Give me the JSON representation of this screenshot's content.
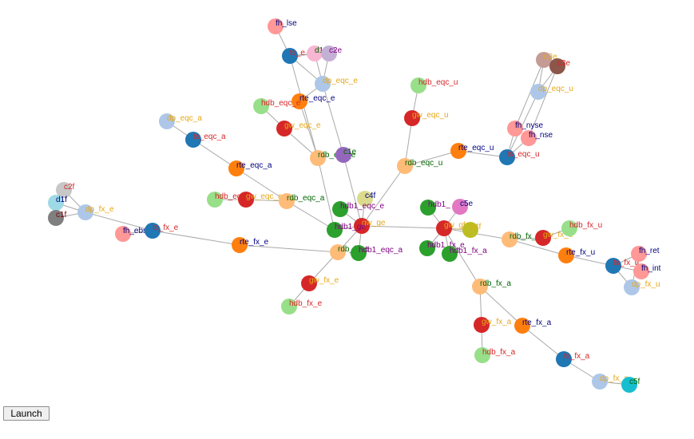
{
  "diagram": {
    "nodes": [
      {
        "id": "fh_lse",
        "label": "fh_lse",
        "color": "#ff9896",
        "text": "#000080"
      },
      {
        "id": "ts_e_top",
        "label": "ts_e",
        "color": "#1f77b4",
        "text": "#d62728"
      },
      {
        "id": "d1e",
        "label": "d1e",
        "color": "#f7b6d2",
        "text": "#006400"
      },
      {
        "id": "c2e",
        "label": "c2e",
        "color": "#c5b0d5",
        "text": "#800080"
      },
      {
        "id": "dp_eqc_e",
        "label": "dp_eqc_e",
        "color": "#aec7e8",
        "text": "#e6a817"
      },
      {
        "id": "rte_eqc_e",
        "label": "rte_eqc_e",
        "color": "#ff7f0e",
        "text": "#000080"
      },
      {
        "id": "hdb_eqc_e",
        "label": "hdb_eqc_e",
        "color": "#98df8a",
        "text": "#d62728"
      },
      {
        "id": "gw_eqc_e",
        "label": "gw_eqc_e",
        "color": "#d62728",
        "text": "#e6a817"
      },
      {
        "id": "rdb_eqc_e",
        "label": "rdb_eqc_e",
        "color": "#ffbb78",
        "text": "#006400"
      },
      {
        "id": "c1e",
        "label": "c1e",
        "color": "#9467bd",
        "text": "#006400"
      },
      {
        "id": "c4f",
        "label": "c4f",
        "color": "#dbdb8d",
        "text": "#000080"
      },
      {
        "id": "dp_eqc_a",
        "label": "dp_eqc_a",
        "color": "#aec7e8",
        "text": "#e6a817"
      },
      {
        "id": "ts_eqc_a",
        "label": "ts_eqc_a",
        "color": "#1f77b4",
        "text": "#d62728"
      },
      {
        "id": "rte_eqc_a",
        "label": "rte_eqc_a",
        "color": "#ff7f0e",
        "text": "#000080"
      },
      {
        "id": "hdb_eqc_a",
        "label": "hdb_eqc_a",
        "color": "#98df8a",
        "text": "#d62728"
      },
      {
        "id": "gw_eqc_a",
        "label": "gw_eqc_a",
        "color": "#d62728",
        "text": "#e6a817"
      },
      {
        "id": "rdb_eqc_a",
        "label": "rdb_eqc_a",
        "color": "#ffbb78",
        "text": "#006400"
      },
      {
        "id": "hdb1_eqc_e",
        "label": "hdb1_eqc_e",
        "color": "#2ca02c",
        "text": "#800080"
      },
      {
        "id": "gw_ge",
        "label": "gw_ge",
        "color": "#d62728",
        "text": "#e6a817"
      },
      {
        "id": "hdb1_ge",
        "label": "hdb1_ge",
        "color": "#2ca02c",
        "text": "#800080"
      },
      {
        "id": "c2f",
        "label": "c2f",
        "color": "#c7c7c7",
        "text": "#d62728"
      },
      {
        "id": "d1f",
        "label": "d1f",
        "color": "#9edae5",
        "text": "#000080"
      },
      {
        "id": "c1f",
        "label": "c1f",
        "color": "#7f7f7f",
        "text": "#800000"
      },
      {
        "id": "dp_fx_e",
        "label": "dp_fx_e",
        "color": "#aec7e8",
        "text": "#e6a817"
      },
      {
        "id": "fh_ebs",
        "label": "fh_ebs",
        "color": "#ff9896",
        "text": "#000080"
      },
      {
        "id": "ts_fx_e",
        "label": "ts_fx_e",
        "color": "#1f77b4",
        "text": "#d62728"
      },
      {
        "id": "rte_fx_e",
        "label": "rte_fx_e",
        "color": "#ff7f0e",
        "text": "#000080"
      },
      {
        "id": "rdb_fx_e",
        "label": "rdb_fx_e",
        "color": "#ffbb78",
        "text": "#006400"
      },
      {
        "id": "hdb1_eqc_a",
        "label": "hdb1_eqc_a",
        "color": "#2ca02c",
        "text": "#800080"
      },
      {
        "id": "gw_fx_e",
        "label": "gw_fx_e",
        "color": "#d62728",
        "text": "#e6a817"
      },
      {
        "id": "hdb_fx_e",
        "label": "hdb_fx_e",
        "color": "#98df8a",
        "text": "#d62728"
      },
      {
        "id": "hdb_eqc_u",
        "label": "hdb_eqc_u",
        "color": "#98df8a",
        "text": "#d62728"
      },
      {
        "id": "gw_eqc_u",
        "label": "gw_eqc_u",
        "color": "#d62728",
        "text": "#e6a817"
      },
      {
        "id": "rdb_eqc_u",
        "label": "rdb_eqc_u",
        "color": "#ffbb78",
        "text": "#006400"
      },
      {
        "id": "rte_eqc_u",
        "label": "rte_eqc_u",
        "color": "#ff7f0e",
        "text": "#000080"
      },
      {
        "id": "ts_eqc_u",
        "label": "ts_eqc_u",
        "color": "#1f77b4",
        "text": "#d62728"
      },
      {
        "id": "fh_nyse",
        "label": "fh_nyse",
        "color": "#ff9896",
        "text": "#000080"
      },
      {
        "id": "fh_nse",
        "label": "fh_nse",
        "color": "#ff9896",
        "text": "#000080"
      },
      {
        "id": "dp_eqc_u",
        "label": "dp_eqc_u",
        "color": "#aec7e8",
        "text": "#e6a817"
      },
      {
        "id": "d3e",
        "label": "d3e",
        "color": "#c49c94",
        "text": "#e6a817"
      },
      {
        "id": "c3e",
        "label": "c3e",
        "color": "#8c564b",
        "text": "#d62728"
      },
      {
        "id": "hdb1_fx",
        "label": "hdb1_",
        "color": "#2ca02c",
        "text": "#800080"
      },
      {
        "id": "c5e",
        "label": "c5e",
        "color": "#e377c2",
        "text": "#000080"
      },
      {
        "id": "gw_gf",
        "label": "gw_gf",
        "color": "#d62728",
        "text": "#e6a817"
      },
      {
        "id": "c4f2",
        "label": "c4f",
        "color": "#bcbd22",
        "text": "#e6a817"
      },
      {
        "id": "hdb1_fx_e",
        "label": "hdb1_fx_e",
        "color": "#2ca02c",
        "text": "#800080"
      },
      {
        "id": "hdb1_fx_a",
        "label": "hdb1_fx_a",
        "color": "#2ca02c",
        "text": "#800080"
      },
      {
        "id": "rdb_fx_u",
        "label": "rdb_fx_u",
        "color": "#ffbb78",
        "text": "#006400"
      },
      {
        "id": "gw_fx_u",
        "label": "gw_fx_u",
        "color": "#d62728",
        "text": "#e6a817"
      },
      {
        "id": "hdb_fx_u",
        "label": "hdb_fx_u",
        "color": "#98df8a",
        "text": "#d62728"
      },
      {
        "id": "rte_fx_u",
        "label": "rte_fx_u",
        "color": "#ff7f0e",
        "text": "#000080"
      },
      {
        "id": "ts_fx_u",
        "label": "ts_fx_u",
        "color": "#1f77b4",
        "text": "#d62728"
      },
      {
        "id": "fh_ret",
        "label": "fh_ret",
        "color": "#ff9896",
        "text": "#000080"
      },
      {
        "id": "fh_int",
        "label": "fh_int",
        "color": "#ff9896",
        "text": "#000080"
      },
      {
        "id": "dp_fx_u",
        "label": "dp_fx_u",
        "color": "#aec7e8",
        "text": "#e6a817"
      },
      {
        "id": "rdb_fx_a",
        "label": "rdb_fx_a",
        "color": "#ffbb78",
        "text": "#006400"
      },
      {
        "id": "gw_fx_a",
        "label": "gw_fx_a",
        "color": "#d62728",
        "text": "#e6a817"
      },
      {
        "id": "rte_fx_a",
        "label": "rte_fx_a",
        "color": "#ff7f0e",
        "text": "#000080"
      },
      {
        "id": "hdb_fx_a",
        "label": "hdb_fx_a",
        "color": "#98df8a",
        "text": "#d62728"
      },
      {
        "id": "ts_fx_a",
        "label": "ts_fx_a",
        "color": "#1f77b4",
        "text": "#d62728"
      },
      {
        "id": "dp_fx_a",
        "label": "dp_fx_a",
        "color": "#aec7e8",
        "text": "#e6a817"
      },
      {
        "id": "c5f",
        "label": "c5f",
        "color": "#17becf",
        "text": "#006400"
      }
    ],
    "edges": [
      [
        "fh_lse",
        "ts_e_top"
      ],
      [
        "ts_e_top",
        "d1e"
      ],
      [
        "ts_e_top",
        "c2e"
      ],
      [
        "ts_e_top",
        "dp_eqc_e"
      ],
      [
        "dp_eqc_e",
        "rte_eqc_e"
      ],
      [
        "ts_e_top",
        "rdb_eqc_e"
      ],
      [
        "d1e",
        "dp_eqc_e"
      ],
      [
        "c2e",
        "dp_eqc_e"
      ],
      [
        "hdb_eqc_e",
        "gw_eqc_e"
      ],
      [
        "gw_eqc_e",
        "rdb_eqc_e"
      ],
      [
        "rte_eqc_e",
        "rdb_eqc_e"
      ],
      [
        "rdb_eqc_e",
        "hdb1_ge"
      ],
      [
        "c1e",
        "gw_ge"
      ],
      [
        "dp_eqc_e",
        "c1e"
      ],
      [
        "dp_eqc_a",
        "ts_eqc_a"
      ],
      [
        "ts_eqc_a",
        "rte_eqc_a"
      ],
      [
        "rte_eqc_a",
        "rdb_eqc_a"
      ],
      [
        "hdb_eqc_a",
        "gw_eqc_a"
      ],
      [
        "gw_eqc_a",
        "rdb_eqc_a"
      ],
      [
        "rdb_eqc_a",
        "hdb1_ge"
      ],
      [
        "hdb1_eqc_e",
        "gw_ge"
      ],
      [
        "c4f",
        "gw_ge"
      ],
      [
        "hdb1_ge",
        "gw_ge"
      ],
      [
        "rdb_eqc_u",
        "gw_ge"
      ],
      [
        "c2f",
        "dp_fx_e"
      ],
      [
        "d1f",
        "dp_fx_e"
      ],
      [
        "c1f",
        "dp_fx_e"
      ],
      [
        "dp_fx_e",
        "ts_fx_e"
      ],
      [
        "fh_ebs",
        "ts_fx_e"
      ],
      [
        "ts_fx_e",
        "rte_fx_e"
      ],
      [
        "rte_fx_e",
        "rdb_fx_e"
      ],
      [
        "rdb_fx_e",
        "gw_ge"
      ],
      [
        "rdb_fx_e",
        "gw_fx_e"
      ],
      [
        "gw_fx_e",
        "hdb_fx_e"
      ],
      [
        "hdb1_eqc_a",
        "gw_ge"
      ],
      [
        "hdb_eqc_u",
        "gw_eqc_u"
      ],
      [
        "gw_eqc_u",
        "rdb_eqc_u"
      ],
      [
        "rdb_eqc_u",
        "rte_eqc_u"
      ],
      [
        "rte_eqc_u",
        "ts_eqc_u"
      ],
      [
        "ts_eqc_u",
        "fh_nyse"
      ],
      [
        "ts_eqc_u",
        "fh_nse"
      ],
      [
        "ts_eqc_u",
        "dp_eqc_u"
      ],
      [
        "dp_eqc_u",
        "d3e"
      ],
      [
        "dp_eqc_u",
        "c3e"
      ],
      [
        "fh_nyse",
        "d3e"
      ],
      [
        "fh_nse",
        "c3e"
      ],
      [
        "gw_ge",
        "gw_gf"
      ],
      [
        "hdb1_fx",
        "gw_gf"
      ],
      [
        "c5e",
        "gw_gf"
      ],
      [
        "c4f2",
        "gw_gf"
      ],
      [
        "hdb1_fx_e",
        "gw_gf"
      ],
      [
        "hdb1_fx_a",
        "gw_gf"
      ],
      [
        "gw_gf",
        "rdb_fx_u"
      ],
      [
        "gw_gf",
        "rdb_fx_a"
      ],
      [
        "rdb_fx_u",
        "gw_fx_u"
      ],
      [
        "gw_fx_u",
        "hdb_fx_u"
      ],
      [
        "rdb_fx_u",
        "rte_fx_u"
      ],
      [
        "rte_fx_u",
        "ts_fx_u"
      ],
      [
        "ts_fx_u",
        "fh_ret"
      ],
      [
        "ts_fx_u",
        "fh_int"
      ],
      [
        "ts_fx_u",
        "dp_fx_u"
      ],
      [
        "fh_ret",
        "dp_fx_u"
      ],
      [
        "rdb_fx_a",
        "gw_fx_a"
      ],
      [
        "rdb_fx_a",
        "rte_fx_a"
      ],
      [
        "gw_fx_a",
        "hdb_fx_a"
      ],
      [
        "rte_fx_a",
        "ts_fx_a"
      ],
      [
        "ts_fx_a",
        "dp_fx_a"
      ],
      [
        "dp_fx_a",
        "c5f"
      ]
    ]
  },
  "controls": {
    "launch_label": "Launch"
  }
}
